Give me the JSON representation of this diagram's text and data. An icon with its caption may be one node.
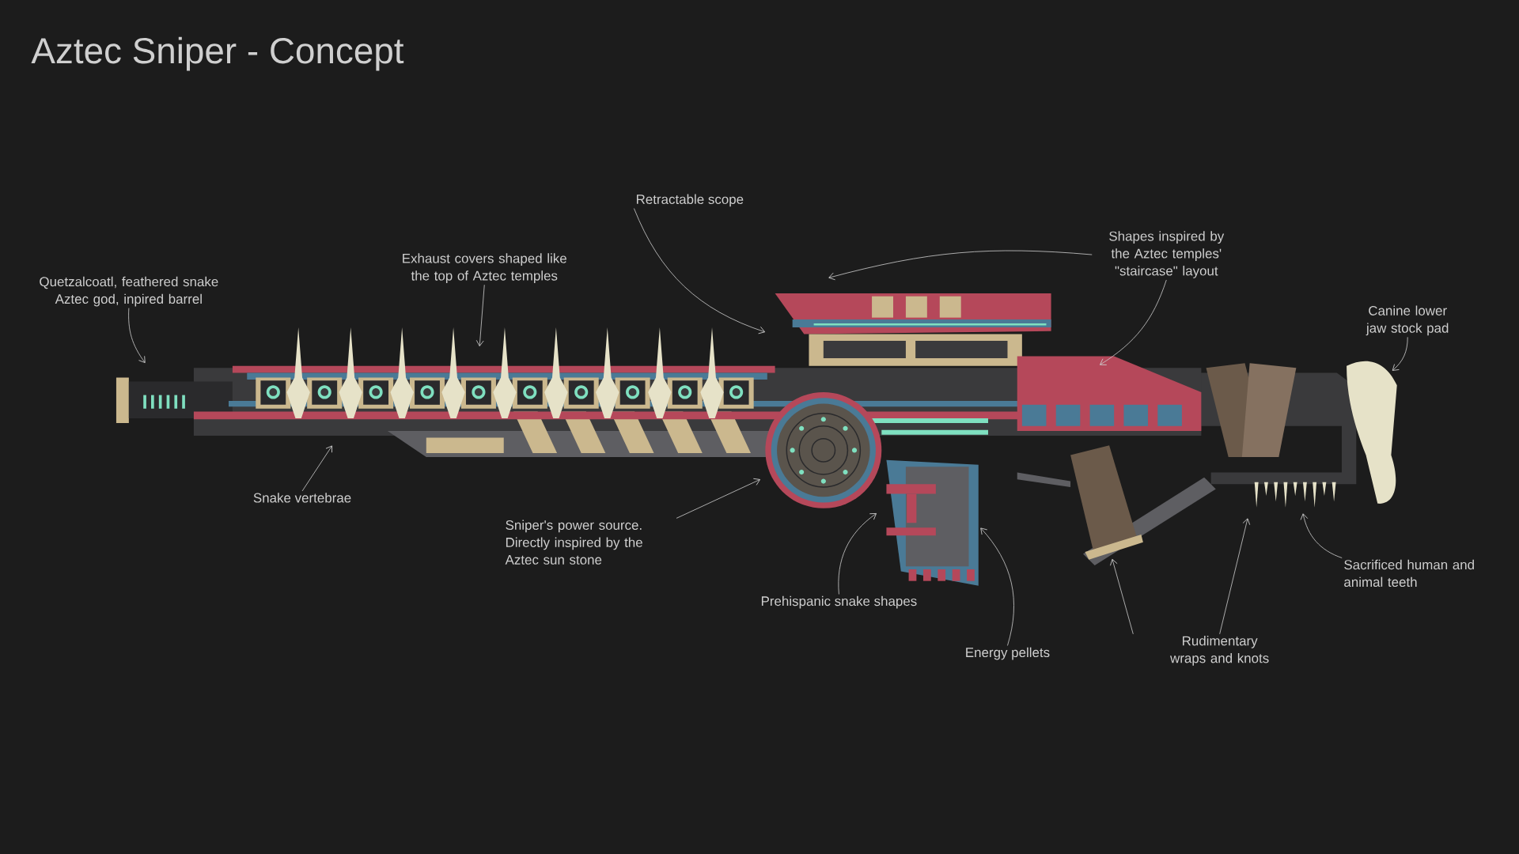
{
  "diagram": {
    "title": "Aztec Sniper - Concept",
    "nodes": [
      {
        "text": [
          "Quetzalcoatl, feathered snake Aztec god, inpired barrel"
        ]
      },
      {
        "text": [
          "Exhaust covers shaped like the top of Aztec temples"
        ]
      },
      {
        "text": [
          "Retractable scope"
        ]
      },
      {
        "text": [
          "Shapes inspired by the Aztec temples' \"staircase\" layout"
        ]
      },
      {
        "text": [
          "Canine lower jaw stock pad"
        ]
      },
      {
        "text": [
          "Snake vertebrae"
        ]
      },
      {
        "text": [
          "Sniper's power source. Directly inspired by the Aztec sun stone"
        ]
      },
      {
        "text": [
          "Prehispanic snake shapes"
        ]
      },
      {
        "text": [
          "Energy pellets"
        ]
      },
      {
        "text": [
          "Sacrificed human and animal teeth"
        ]
      },
      {
        "text": [
          "Rudimentary wraps and knots"
        ]
      }
    ],
    "edges": [
      {
        "from": 0,
        "to": null,
        "arrow": "to"
      },
      {
        "from": 1,
        "to": null,
        "arrow": "to"
      },
      {
        "from": 2,
        "to": null,
        "arrow": "to"
      },
      {
        "from": 3,
        "to": null,
        "arrow": "to"
      },
      {
        "from": 3,
        "to": null,
        "arrow": "to"
      },
      {
        "from": 4,
        "to": null,
        "arrow": "to"
      },
      {
        "from": 5,
        "to": null,
        "arrow": "to"
      },
      {
        "from": 6,
        "to": null,
        "arrow": "to"
      },
      {
        "from": 7,
        "to": null,
        "arrow": "to"
      },
      {
        "from": 8,
        "to": null,
        "arrow": "to"
      },
      {
        "from": 9,
        "to": null,
        "arrow": "to"
      },
      {
        "from": 10,
        "to": null,
        "arrow": "to"
      },
      {
        "from": 10,
        "to": null,
        "arrow": "to"
      }
    ]
  }
}
